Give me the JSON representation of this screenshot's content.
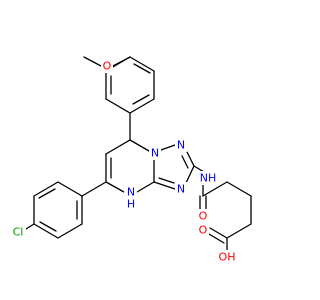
{
  "molecule": {
    "labels": {
      "methoxy_o": "O",
      "chloro": "Cl",
      "ring_n_top": "N",
      "ring_n_mid": "N",
      "ring_n_low": "N",
      "ring_nh": "N",
      "ring_nh_h": "H",
      "amide_nh": "NH",
      "amide_o": "O",
      "acid_o": "O",
      "acid_oh": "OH"
    },
    "colors": {
      "bond": "#000000",
      "oxygen": "#ff0000",
      "nitrogen": "#0000ff",
      "chlorine": "#00a000",
      "background": "#ffffff"
    }
  }
}
